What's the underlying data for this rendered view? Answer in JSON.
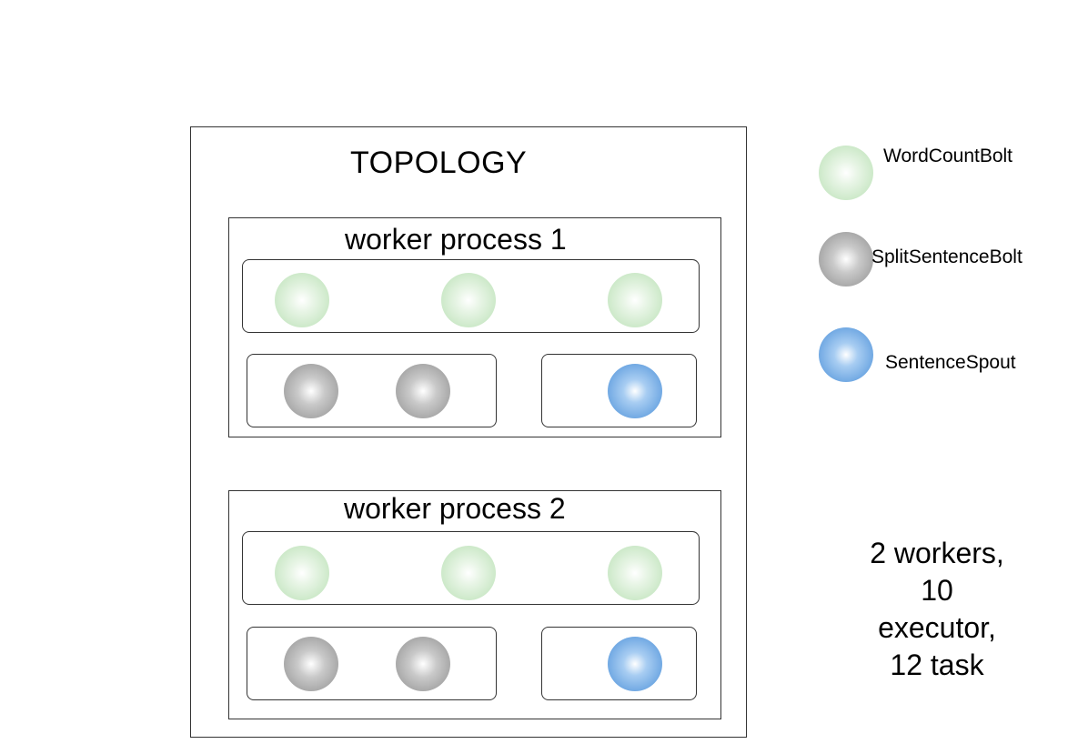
{
  "topology": {
    "title": "TOPOLOGY"
  },
  "workers": [
    {
      "title": "worker process 1"
    },
    {
      "title": "worker process 2"
    }
  ],
  "legend": [
    {
      "label": "WordCountBolt",
      "color": "#b9e0b4",
      "icon": "green-sphere-icon"
    },
    {
      "label": "SplitSentenceBolt",
      "color": "#8f8f8f",
      "icon": "gray-sphere-icon"
    },
    {
      "label": "SentenceSpout",
      "color": "#4a8fd8",
      "icon": "blue-sphere-icon"
    }
  ],
  "summary": {
    "line1": "2 workers,",
    "line2": "10",
    "line3": "executor,",
    "line4": "12 task"
  }
}
